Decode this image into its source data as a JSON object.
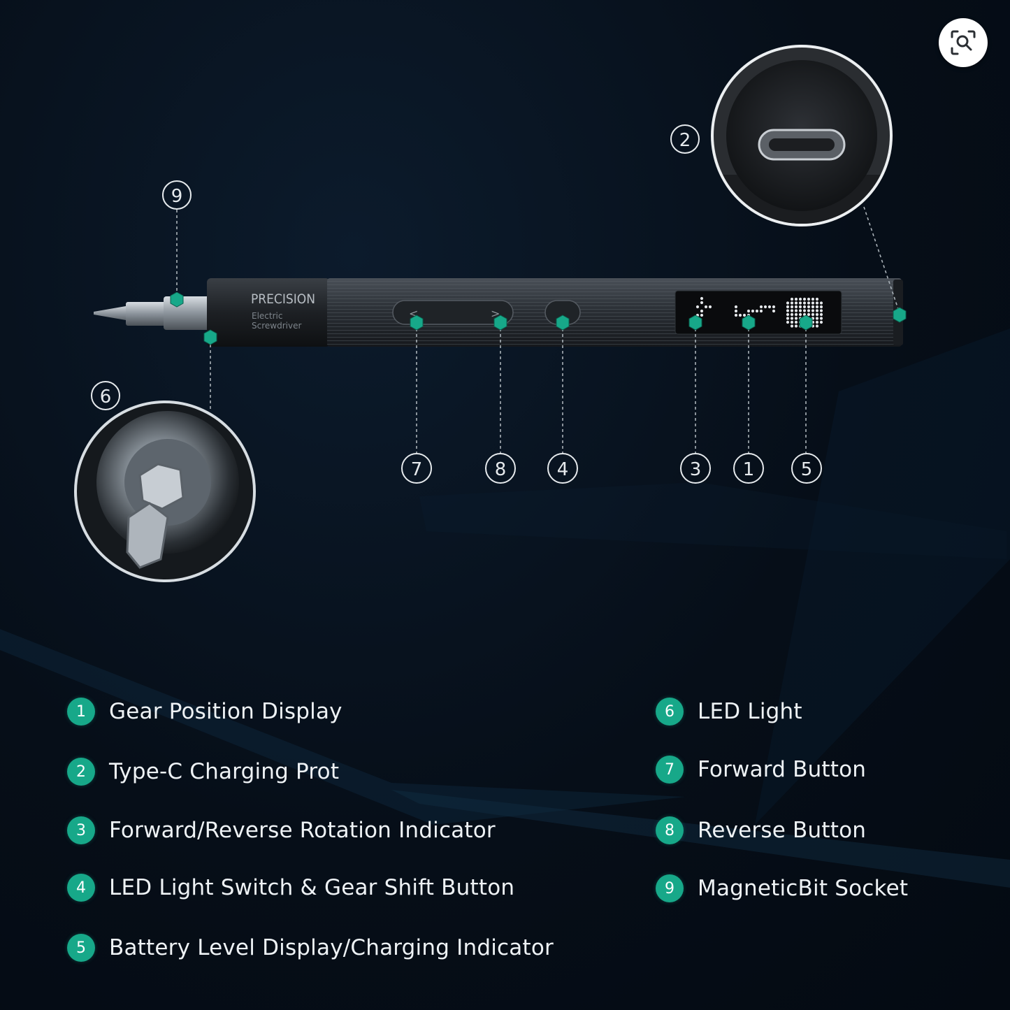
{
  "product": {
    "brand_text": "PRECISION",
    "subtitle_line1": "Electric",
    "subtitle_line2": "Screwdriver"
  },
  "callouts": [
    "9",
    "6",
    "2",
    "7",
    "8",
    "4",
    "3",
    "1",
    "5"
  ],
  "legend": [
    {
      "number": "1",
      "label": "Gear Position Display"
    },
    {
      "number": "2",
      "label": "Type-C Charging Prot"
    },
    {
      "number": "3",
      "label": "Forward/Reverse Rotation Indicator"
    },
    {
      "number": "4",
      "label": "LED Light Switch & Gear Shift Button"
    },
    {
      "number": "5",
      "label": "Battery Level Display/Charging Indicator"
    },
    {
      "number": "6",
      "label": "LED Light"
    },
    {
      "number": "7",
      "label": "Forward Button"
    },
    {
      "number": "8",
      "label": "Reverse Button"
    },
    {
      "number": "9",
      "label": "MagneticBit Socket"
    }
  ],
  "colors": {
    "accent": "#17a889",
    "background": "#060e18",
    "body": "#2a2e33"
  },
  "icons": {
    "lens_button": "visual-search-icon"
  }
}
